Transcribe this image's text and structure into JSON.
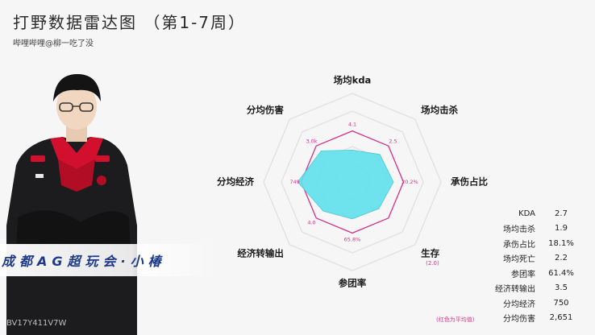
{
  "page": {
    "title": "打野数据雷达图 （第1-7周）",
    "subtitle": "哔哩哔哩@柳一吃了没",
    "player_name": "成都AG超玩会·小椿",
    "watermark": "BV17Y411V7W",
    "legend_note": "(红色为平均值)"
  },
  "colors": {
    "average_line": "#d6338a",
    "player_fill": "#5fe0ec",
    "grid": "#e2e2e2",
    "background": "#f6f6f6"
  },
  "chart_data": {
    "type": "radar",
    "axes": [
      {
        "label": "场均kda",
        "avg_label": "4.1",
        "value": 0.45
      },
      {
        "label": "场均击杀",
        "avg_label": "2.5",
        "value": 0.55
      },
      {
        "label": "承伤占比",
        "avg_label": "20.2%",
        "value": 0.58
      },
      {
        "label": "生存",
        "sublabel": "(2.0)",
        "avg_label": "",
        "value": 0.53
      },
      {
        "label": "参团率",
        "avg_label": "65.8%",
        "value": 0.52
      },
      {
        "label": "经济转输出",
        "avg_label": "4.0",
        "value": 0.58
      },
      {
        "label": "分均经济",
        "avg_label": "749",
        "value": 0.77
      },
      {
        "label": "分均伤害",
        "avg_label": "3.0k",
        "value": 0.62
      }
    ],
    "average_ring": 0.72,
    "grid_levels": [
      0.25,
      0.5,
      0.72,
      1.0,
      1.25
    ]
  },
  "stats_table": [
    {
      "key": "KDA",
      "value": "2.7"
    },
    {
      "key": "场均击杀",
      "value": "1.9"
    },
    {
      "key": "承伤占比",
      "value": "18.1%"
    },
    {
      "key": "场均死亡",
      "value": "2.2"
    },
    {
      "key": "参团率",
      "value": "61.4%"
    },
    {
      "key": "经济转输出",
      "value": "3.5"
    },
    {
      "key": "分均经济",
      "value": "750"
    },
    {
      "key": "分均伤害",
      "value": "2,651"
    }
  ]
}
